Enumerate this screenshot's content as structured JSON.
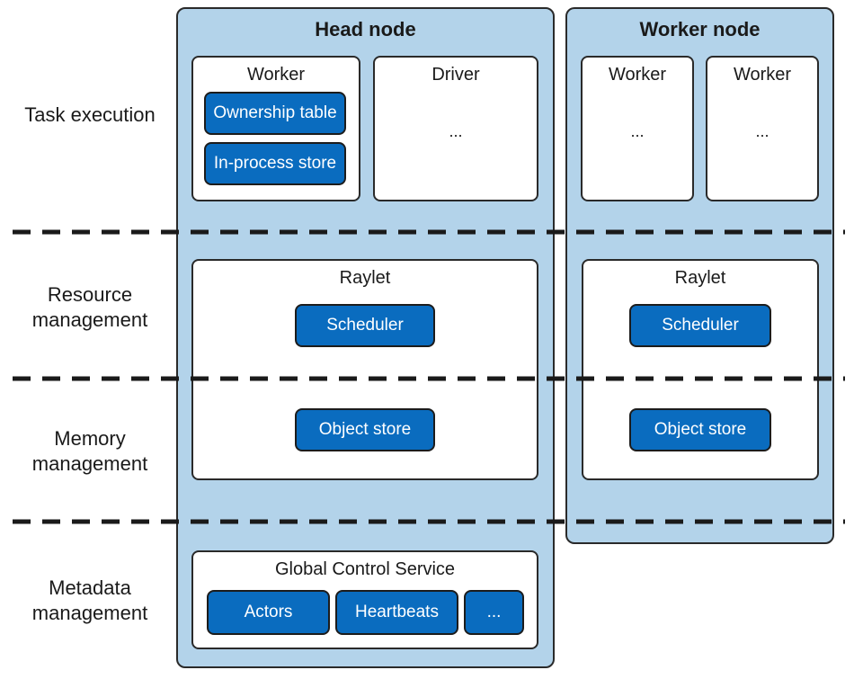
{
  "colors": {
    "node_fill": "#b3d3ea",
    "pill_fill": "#0a6cbf",
    "border": "#2a2a2a",
    "box_fill": "#ffffff"
  },
  "layers": {
    "task_execution": "Task execution",
    "resource_management": [
      "Resource",
      "management"
    ],
    "memory_management": [
      "Memory",
      "management"
    ],
    "metadata_management": [
      "Metadata",
      "management"
    ]
  },
  "head_node": {
    "title": "Head node",
    "worker": {
      "title": "Worker",
      "items": [
        "Ownership table",
        "In-process store"
      ]
    },
    "driver": {
      "title": "Driver",
      "ellipsis": "..."
    },
    "raylet": {
      "title": "Raylet",
      "scheduler": "Scheduler",
      "object_store": "Object store"
    },
    "gcs": {
      "title": "Global Control Service",
      "items": [
        "Actors",
        "Heartbeats",
        "..."
      ]
    }
  },
  "worker_node": {
    "title": "Worker node",
    "workers": [
      {
        "title": "Worker",
        "ellipsis": "..."
      },
      {
        "title": "Worker",
        "ellipsis": "..."
      }
    ],
    "raylet": {
      "title": "Raylet",
      "scheduler": "Scheduler",
      "object_store": "Object store"
    }
  }
}
